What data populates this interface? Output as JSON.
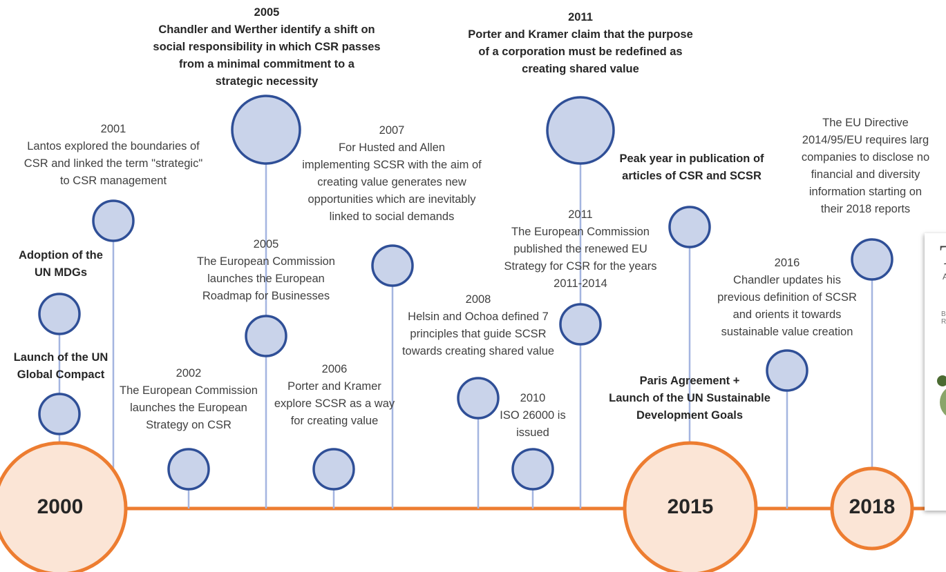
{
  "milestones": {
    "y2000": "2000",
    "y2015": "2015",
    "y2018": "2018"
  },
  "events": {
    "mdg": "Adoption of the\nUN MDGs",
    "global_compact": "Launch of the UN\nGlobal Compact",
    "e2001": "2001\nLantos explored the boundaries of\nCSR and linked the term \"strategic\"\nto CSR management",
    "e2002": "2002\nThe European Commission\nlaunches the European\nStrategy on CSR",
    "e2005a": "2005\nChandler and Werther identify a shift on\nsocial responsibility in which CSR passes\nfrom a minimal commitment to a\nstrategic necessity",
    "e2005b": "2005\nThe European Commission\nlaunches the European\nRoadmap for Businesses",
    "e2006": "2006\nPorter and Kramer\nexplore SCSR as a way\nfor creating value",
    "e2007": "2007\nFor Husted and Allen\nimplementing SCSR with the aim of\ncreating value generates new\nopportunities which are inevitably\nlinked to social demands",
    "e2008": "2008\nHelsin and Ochoa defined 7\nprinciples that guide SCSR\ntowards creating shared value",
    "e2010": "2010\nISO 26000  is\nissued",
    "e2011a": "2011\nPorter and Kramer claim that the purpose\nof a corporation must be redefined as\ncreating shared value",
    "e2011b": "2011\nThe European Commission\npublished the renewed EU\nStrategy for CSR for the years\n2011-2014",
    "peak": "Peak year in publication of\narticles of CSR and SCSR",
    "paris": "Paris Agreement +\nLaunch of the UN Sustainable\nDevelopment Goals",
    "e2016": "2016\nChandler updates his\nprevious definition of SCSR\nand orients it towards\nsustainable value creation",
    "eu_directive": "The EU Directive\n2014/95/EU  requires larg\ncompanies to disclose no\nfinancial and diversity\ninformation starting on\ntheir 2018 reports"
  },
  "cover": {
    "letter": "T",
    "small": "A",
    "small2": "B\nR"
  },
  "colors": {
    "timeline": "#ed7d31",
    "major_fill": "#fbe5d6",
    "minor_fill": "#c9d3ea",
    "minor_stroke": "#2f4f97",
    "stem": "#a4b5e0"
  }
}
